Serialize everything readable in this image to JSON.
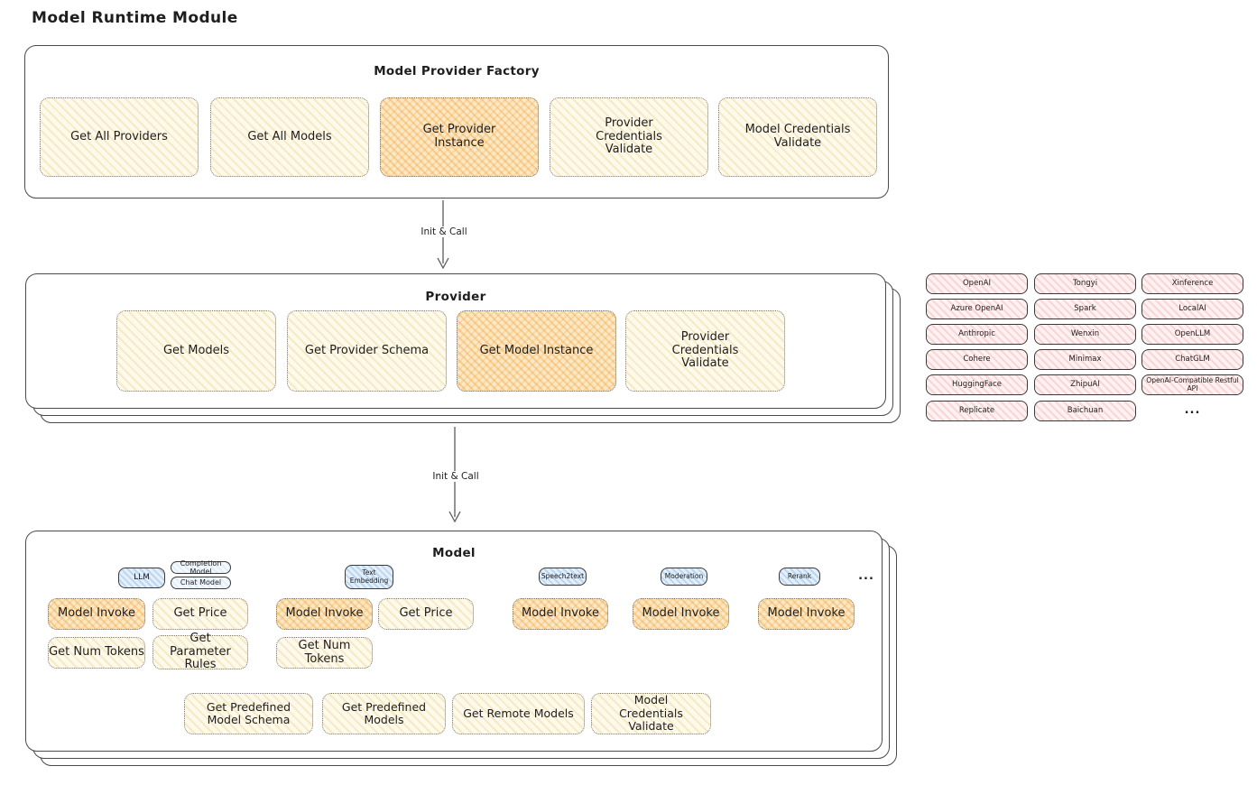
{
  "page": {
    "title": "Model Runtime Module"
  },
  "arrows": {
    "label1": "Init & Call",
    "label2": "Init & Call"
  },
  "factory": {
    "title": "Model Provider Factory",
    "items": [
      "Get All Providers",
      "Get All Models",
      "Get Provider Instance",
      "Provider Credentials Validate",
      "Model Credentials Validate"
    ]
  },
  "provider": {
    "title": "Provider",
    "items": [
      "Get Models",
      "Get Provider Schema",
      "Get Model Instance",
      "Provider Credentials Validate"
    ]
  },
  "providers_list": {
    "col1": [
      "OpenAI",
      "Azure OpenAI",
      "Anthropic",
      "Cohere",
      "HuggingFace",
      "Replicate"
    ],
    "col2": [
      "Tongyi",
      "Spark",
      "Wenxin",
      "Minimax",
      "ZhipuAI",
      "Baichuan"
    ],
    "col3": [
      "Xinference",
      "LocalAI",
      "OpenLLM",
      "ChatGLM",
      "OpenAI-Compatible Restful API"
    ],
    "more": "..."
  },
  "model": {
    "title": "Model",
    "tags": {
      "llm": "LLM",
      "completion": "Completion Model",
      "chat": "Chat Model",
      "text_embedding": "Text Embedding",
      "speech2text": "Speech2text",
      "moderation": "Moderation",
      "rerank": "Rerank",
      "more": "..."
    },
    "ops": {
      "invoke": "Model Invoke",
      "get_price": "Get Price",
      "get_num_tokens": "Get Num Tokens",
      "get_parameter_rules": "Get Parameter Rules"
    },
    "bottom": [
      "Get Predefined Model Schema",
      "Get Predefined Models",
      "Get Remote Models",
      "Model Credentials Validate"
    ]
  },
  "colors": {
    "yellow_fill": "#fdf9eb",
    "orange_fill": "#fbe8c4",
    "orange_hatch": "#f2a03c",
    "pink_fill": "#fdf1f1",
    "pink_hatch": "#ee8c8c",
    "blue_fill": "#e4eff9",
    "stroke": "#1e1e1e"
  }
}
